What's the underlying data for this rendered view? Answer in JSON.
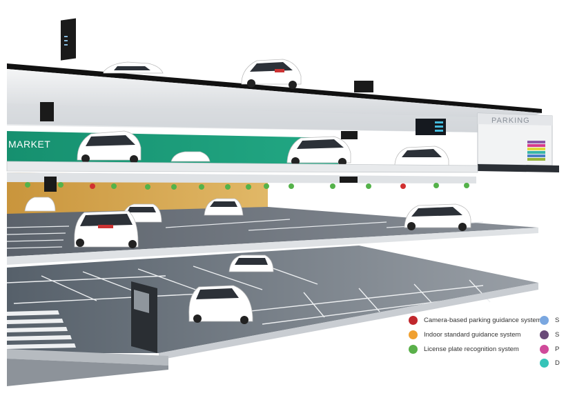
{
  "signs": {
    "market": "MARKET",
    "parking": "PARKING"
  },
  "colors": {
    "market_wall": "#1a9a78",
    "orange_wall": "#d6a64a",
    "deck_top": "#9aa1a8",
    "deck_bottom": "#3a4048",
    "lamp_red": "#d13030",
    "lamp_green": "#54b24a"
  },
  "legend": {
    "items": [
      {
        "label": "Camera-based parking guidance system",
        "color": "#c0272d"
      },
      {
        "label": "Indoor standard guidance system",
        "color": "#f0a030"
      },
      {
        "label": "License plate recognition system",
        "color": "#5ab04a"
      },
      {
        "label": "S",
        "color": "#7aa7e0"
      },
      {
        "label": "S",
        "color": "#6a4a78"
      },
      {
        "label": "P",
        "color": "#d04a9a"
      },
      {
        "label": "D",
        "color": "#36c4b8"
      }
    ]
  }
}
